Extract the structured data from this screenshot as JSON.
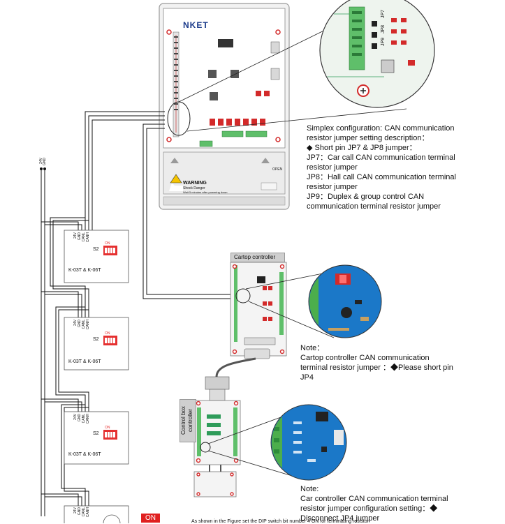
{
  "brand": {
    "logo_text": "NKET"
  },
  "board_labels": {
    "warning": "WARNING",
    "warning_sub1": "Shock Danger",
    "warning_sub2": "Wait 5 minutes after powering down",
    "open": "OPEN"
  },
  "jumpers": {
    "jp7": "JP7",
    "jp8": "JP8",
    "jp9": "JP9"
  },
  "bus_labels": {
    "v24": "24V",
    "gnd": "GND"
  },
  "call_boards": [
    {
      "model": "K-03T & K-06T",
      "switch": "S2",
      "switch_on": "ON",
      "pins": [
        "CANH",
        "CANL",
        "GND",
        "24V"
      ]
    },
    {
      "model": "K-03T & K-06T",
      "switch": "S2",
      "switch_on": "ON",
      "pins": [
        "CANH",
        "CANL",
        "GND",
        "24V"
      ]
    },
    {
      "model": "K-03T & K-06T",
      "switch": "S2",
      "switch_on": "ON",
      "pins": [
        "CANH",
        "CANL",
        "GND",
        "24V"
      ]
    },
    {
      "model": "",
      "switch": "",
      "switch_on": "",
      "pins": [
        "CANH",
        "CANL",
        "GND",
        "24V"
      ]
    }
  ],
  "cartop": {
    "header": "Cartop controller"
  },
  "control_box": {
    "header": "Control box controller"
  },
  "notes": {
    "simplex": [
      "Simplex configuration: CAN communication",
      "resistor jumper setting description：",
      "◆ Short pin JP7 & JP8 jumper：",
      "JP7：Car call CAN communication terminal",
      "resistor jumper",
      "JP8：Hall call CAN communication terminal",
      "resistor jumper",
      "JP9：Duplex & group control CAN",
      "communication terminal resistor jumper"
    ],
    "cartop": [
      "Note：",
      "Cartop controller CAN communication",
      "terminal resistor jumper ：◆Please short pin",
      "JP4"
    ],
    "car": [
      "Note:",
      "Car controller CAN communication terminal",
      "resistor jumper configuration setting：◆",
      "Disconnect JP4 jumper"
    ]
  },
  "footer": {
    "badge": "ON",
    "text": "As shown in the Figure set the DIP switch bit number 4 ON for terminating resistor"
  },
  "colors": {
    "pcb_green": "#2f9c5a",
    "zoom_blue": "#1b78c8",
    "relay_red": "#d32a2a",
    "badge_red": "#e02020"
  }
}
